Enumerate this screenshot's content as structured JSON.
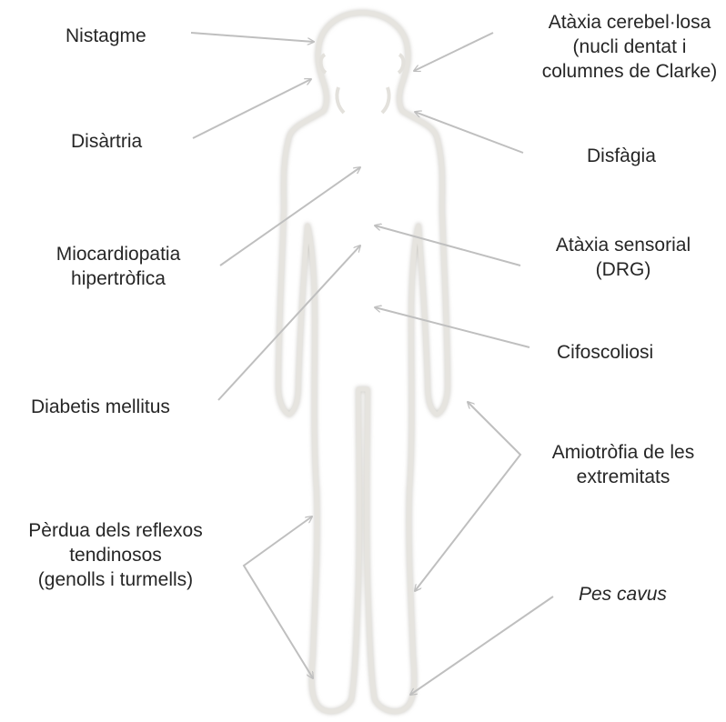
{
  "labels": {
    "nistagme": "Nistagme",
    "ataxia_cerebelosa": [
      "Atàxia cerebel·losa",
      "(nucli dentat i",
      "columnes de Clarke)"
    ],
    "disartria": "Disàrtria",
    "disfagia": "Disfàgia",
    "miocardiopatia": [
      "Miocardiopatia",
      "hipertròfica"
    ],
    "ataxia_sensorial": [
      "Atàxia sensorial",
      "(DRG)"
    ],
    "cifoscoliosi": "Cifoscoliosi",
    "diabetis": "Diabetis mellitus",
    "amiotrofia": [
      "Amiotròfia de les",
      "extremitats"
    ],
    "perdua_reflexos": [
      "Pèrdua dels reflexos",
      "tendinosos",
      "(genolls i turmells)"
    ],
    "pes_cavus": "Pes cavus"
  },
  "colors": {
    "text": "#262626",
    "arrow": "#bfbfbf",
    "body_outline": "#e6e4df",
    "body_shadow": "#cfcdc8"
  }
}
